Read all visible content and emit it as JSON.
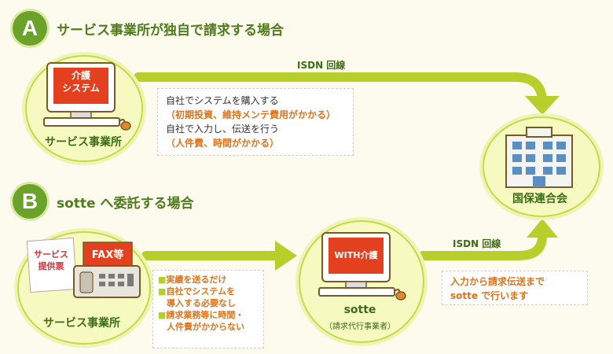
{
  "section_a": {
    "badge": "A",
    "heading": "サービス事業所が独自で請求する場合",
    "monitor_text_1": "介護",
    "monitor_text_2": "システム",
    "node_label": "サービス事業所",
    "link_label": "ISDN 回線",
    "note": {
      "line1": "自社でシステムを購入する",
      "line2": "（初期投資、維持メンテ費用がかかる）",
      "line3": "自社で入力し、伝送を行う",
      "line4": "（人件費、時間がかかる）"
    }
  },
  "target": {
    "label": "国保連合会"
  },
  "section_b": {
    "badge": "B",
    "heading": "sotte へ委託する場合",
    "paper_text_1": "サービス",
    "paper_text_2": "提供票",
    "fax_text": "FAX等",
    "node_label": "サービス事業所",
    "bullets": [
      "実績を送るだけ",
      "自社でシステムを",
      "導入する必要なし",
      "請求業務等に時間・",
      "人件費がかからない"
    ],
    "sotte_monitor_text": "WITH介護",
    "sotte_label": "sotte",
    "sotte_sub": "（請求代行事業者）",
    "link_label": "ISDN 回線",
    "note": {
      "line1": "入力から請求伝送まで",
      "line2": "sotte で行います"
    }
  },
  "colors": {
    "green_dark": "#4f7d1e",
    "green_arrow": "#b6cf2a",
    "orange": "#e0731a",
    "screen_red": "#e2401f"
  }
}
